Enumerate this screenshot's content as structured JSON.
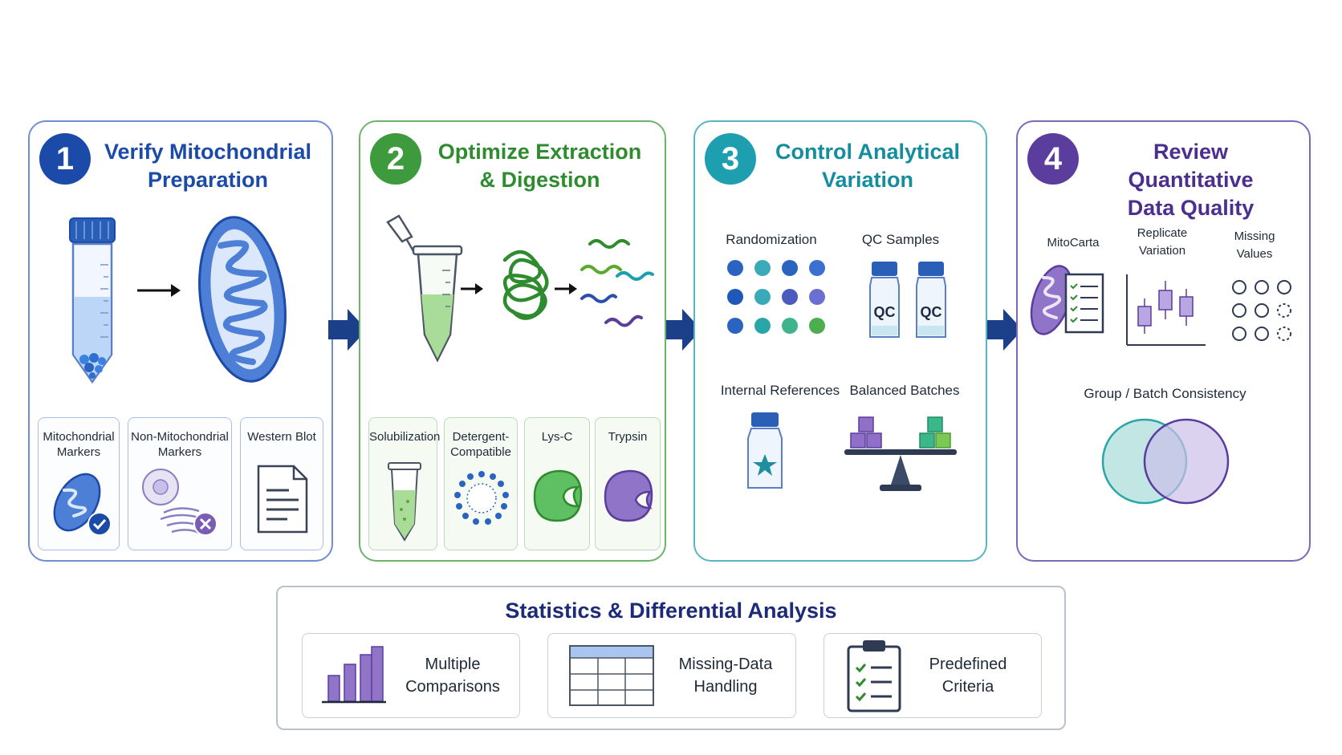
{
  "steps": [
    {
      "number": "1",
      "title_line1": "Verify Mitochondrial",
      "title_line2": "Preparation",
      "cards": [
        {
          "line1": "Mitochondrial",
          "line2": "Markers"
        },
        {
          "line1": "Non-Mitochondrial",
          "line2": "Markers"
        },
        {
          "line1": "Western Blot",
          "line2": ""
        }
      ]
    },
    {
      "number": "2",
      "title_line1": "Optimize Extraction",
      "title_line2": "& Digestion",
      "cards": [
        {
          "line1": "Solubilization",
          "line2": ""
        },
        {
          "line1": "Detergent-",
          "line2": "Compatible"
        },
        {
          "line1": "Lys-C",
          "line2": ""
        },
        {
          "line1": "Trypsin",
          "line2": ""
        }
      ]
    },
    {
      "number": "3",
      "title_line1": "Control Analytical",
      "title_line2": "Variation",
      "labels": {
        "randomization": "Randomization",
        "qc_samples": "QC Samples",
        "qc_text": "QC",
        "internal_references": "Internal References",
        "balanced_batches": "Balanced Batches"
      }
    },
    {
      "number": "4",
      "title_line1": "Review Quantitative",
      "title_line2": "Data Quality",
      "labels": {
        "mitocarta": "MitoCarta",
        "replicate_line1": "Replicate",
        "replicate_line2": "Variation",
        "missing_line1": "Missing",
        "missing_line2": "Values",
        "group_batch": "Group / Batch Consistency"
      }
    }
  ],
  "statistics": {
    "title": "Statistics & Differential Analysis",
    "items": [
      {
        "line1": "Multiple",
        "line2": "Comparisons",
        "icon": "bar-chart-icon"
      },
      {
        "line1": "Missing-Data",
        "line2": "Handling",
        "icon": "table-grid-icon"
      },
      {
        "line1": "Predefined",
        "line2": "Criteria",
        "icon": "clipboard-checklist-icon"
      }
    ]
  },
  "colors": {
    "step1": "#1c4aa8",
    "step2": "#3d9a3d",
    "step3": "#1d9fb0",
    "step4": "#5b3d9e",
    "arrow": "#1c3f8a",
    "stats_title": "#1c2a78"
  }
}
